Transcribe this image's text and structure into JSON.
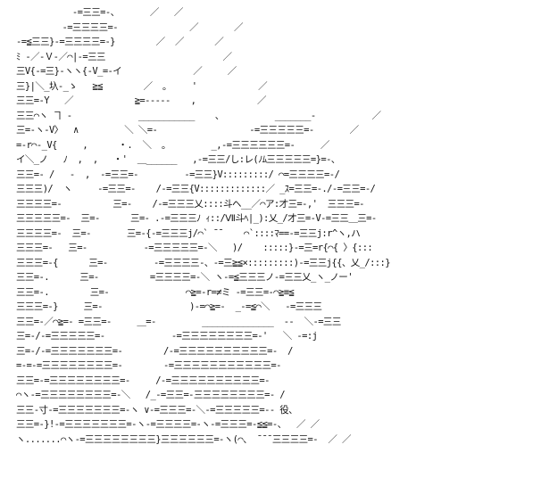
{
  "artwork": {
    "kind": "ascii-art",
    "text_color": "#111111",
    "background_color": "#ffffff",
    "lines": [
      "           -=三三=-、      ／   ／",
      "         -=三三三三=-              ／       ／",
      "-=≦三三}-=三三三三=-}        ／  ／      ／",
      "ﾐ -／-Ｖ-／⌒|-=三三                       ／",
      "三V{-=三}-ヽヽ{-V_=-イ              ／     ／",
      "三}|＼_圦-_ゝ   ≧≦        ／  。    '            ／",
      "三三=-Y   ／            ≧=-----    ,            ／",
      "三三⌒ヽ ヿ -             ___________    、          _______-           ／",
      "三=-ヽ-V〉  ∧         ＼ ＼=-                  -=三三三三三=-       ／",
      "=-r⌒-_V{     ,      ・.  ＼  。        _,-=三三三三三三=-     ／",
      "イ＼_ノ   ﾉ  ,  ,   ・'  ＿______   ,-=三三/し:レ(ﾉﾑ三三三三三=}=-、",
      "三三=- /   -  ,  -=三三=-         -=三三}V:::::::::/ ⌒=三三三三=-/",
      "三三三)/  ヽ     -=三三=-    /-=三三{V:::::::::::::／ _ｽ=三三=-./-=三三=-/",
      "三三三三=-          三=-    /-=三三三乂::::斗ヘ__／⌒ア:才三=-,'  三三三=-",
      "三三三三三=-  三=-      三=- .-=三三三ﾉ ｨ::/Ⅶ斗ﾍ|_):乂_/才三=-V-=三三＿三=-",
      "三三三三=-  三=-       三=-{-=三三三j/⌒` ¯¯    ⌒`::::ﾏ==-=三三j:r^ヽ,ハ",
      "三三三=-   三=-           -=三三三三三=-＼   )/    :::::}-=三=r{⌒{ 〉{:::",
      "三三三=-{      三=-         -=三三三三-、-=三≧≦×:::::::::)-=三三j{{、乂_/:::}",
      "三三=-.      三=-          =三三三三=-＼ ヽ-=≦三三三ノ-=三三乂_ヽ_ノー'",
      "三三=-.        三=-               ⌒≧=-r=≠ミ -=三三=-⌒≧≡≦",
      "三三三=-}     三=-                 )-=⌒≧=-  _-=≦⌒＼   -=三三三",
      "三三=-／⌒≧=- =三三=-     ＿=-         ______________  -‐  ＼-=三三",
      "三=-/-=三三三三三=-             -=三三三三三三三三=-'   ＼ -=:j",
      "三=-/-=三三三三三三三=-        /-=三三三三三三三三三三=-  /",
      "=-=-=三三三三三三三三=-        -=三三三三三三三三三三三=-",
      "三三=-=三三三三三三三三=-     /-=三三三三三三三三三三=-",
      "⌒ヽ-=三三三三三三三三=-＼   /_-=三三=-三三三三三三三三=- /",
      "三三-寸-=三三三三三三三=-ヽ ∨-=三三三=-＼-=三三三三三=-- 役、",
      "三三=-}!-=三三三三三三三=-ヽ-=三三三三=-ヽ-=三三三=-≦≦=-、  ／ ／",
      "ヽ.......⌒ヽ-=三三三三三三三三}三三三三三三=-ヽ(⌒、 ¯¯¯三三三三=-  ／ ／"
    ]
  }
}
